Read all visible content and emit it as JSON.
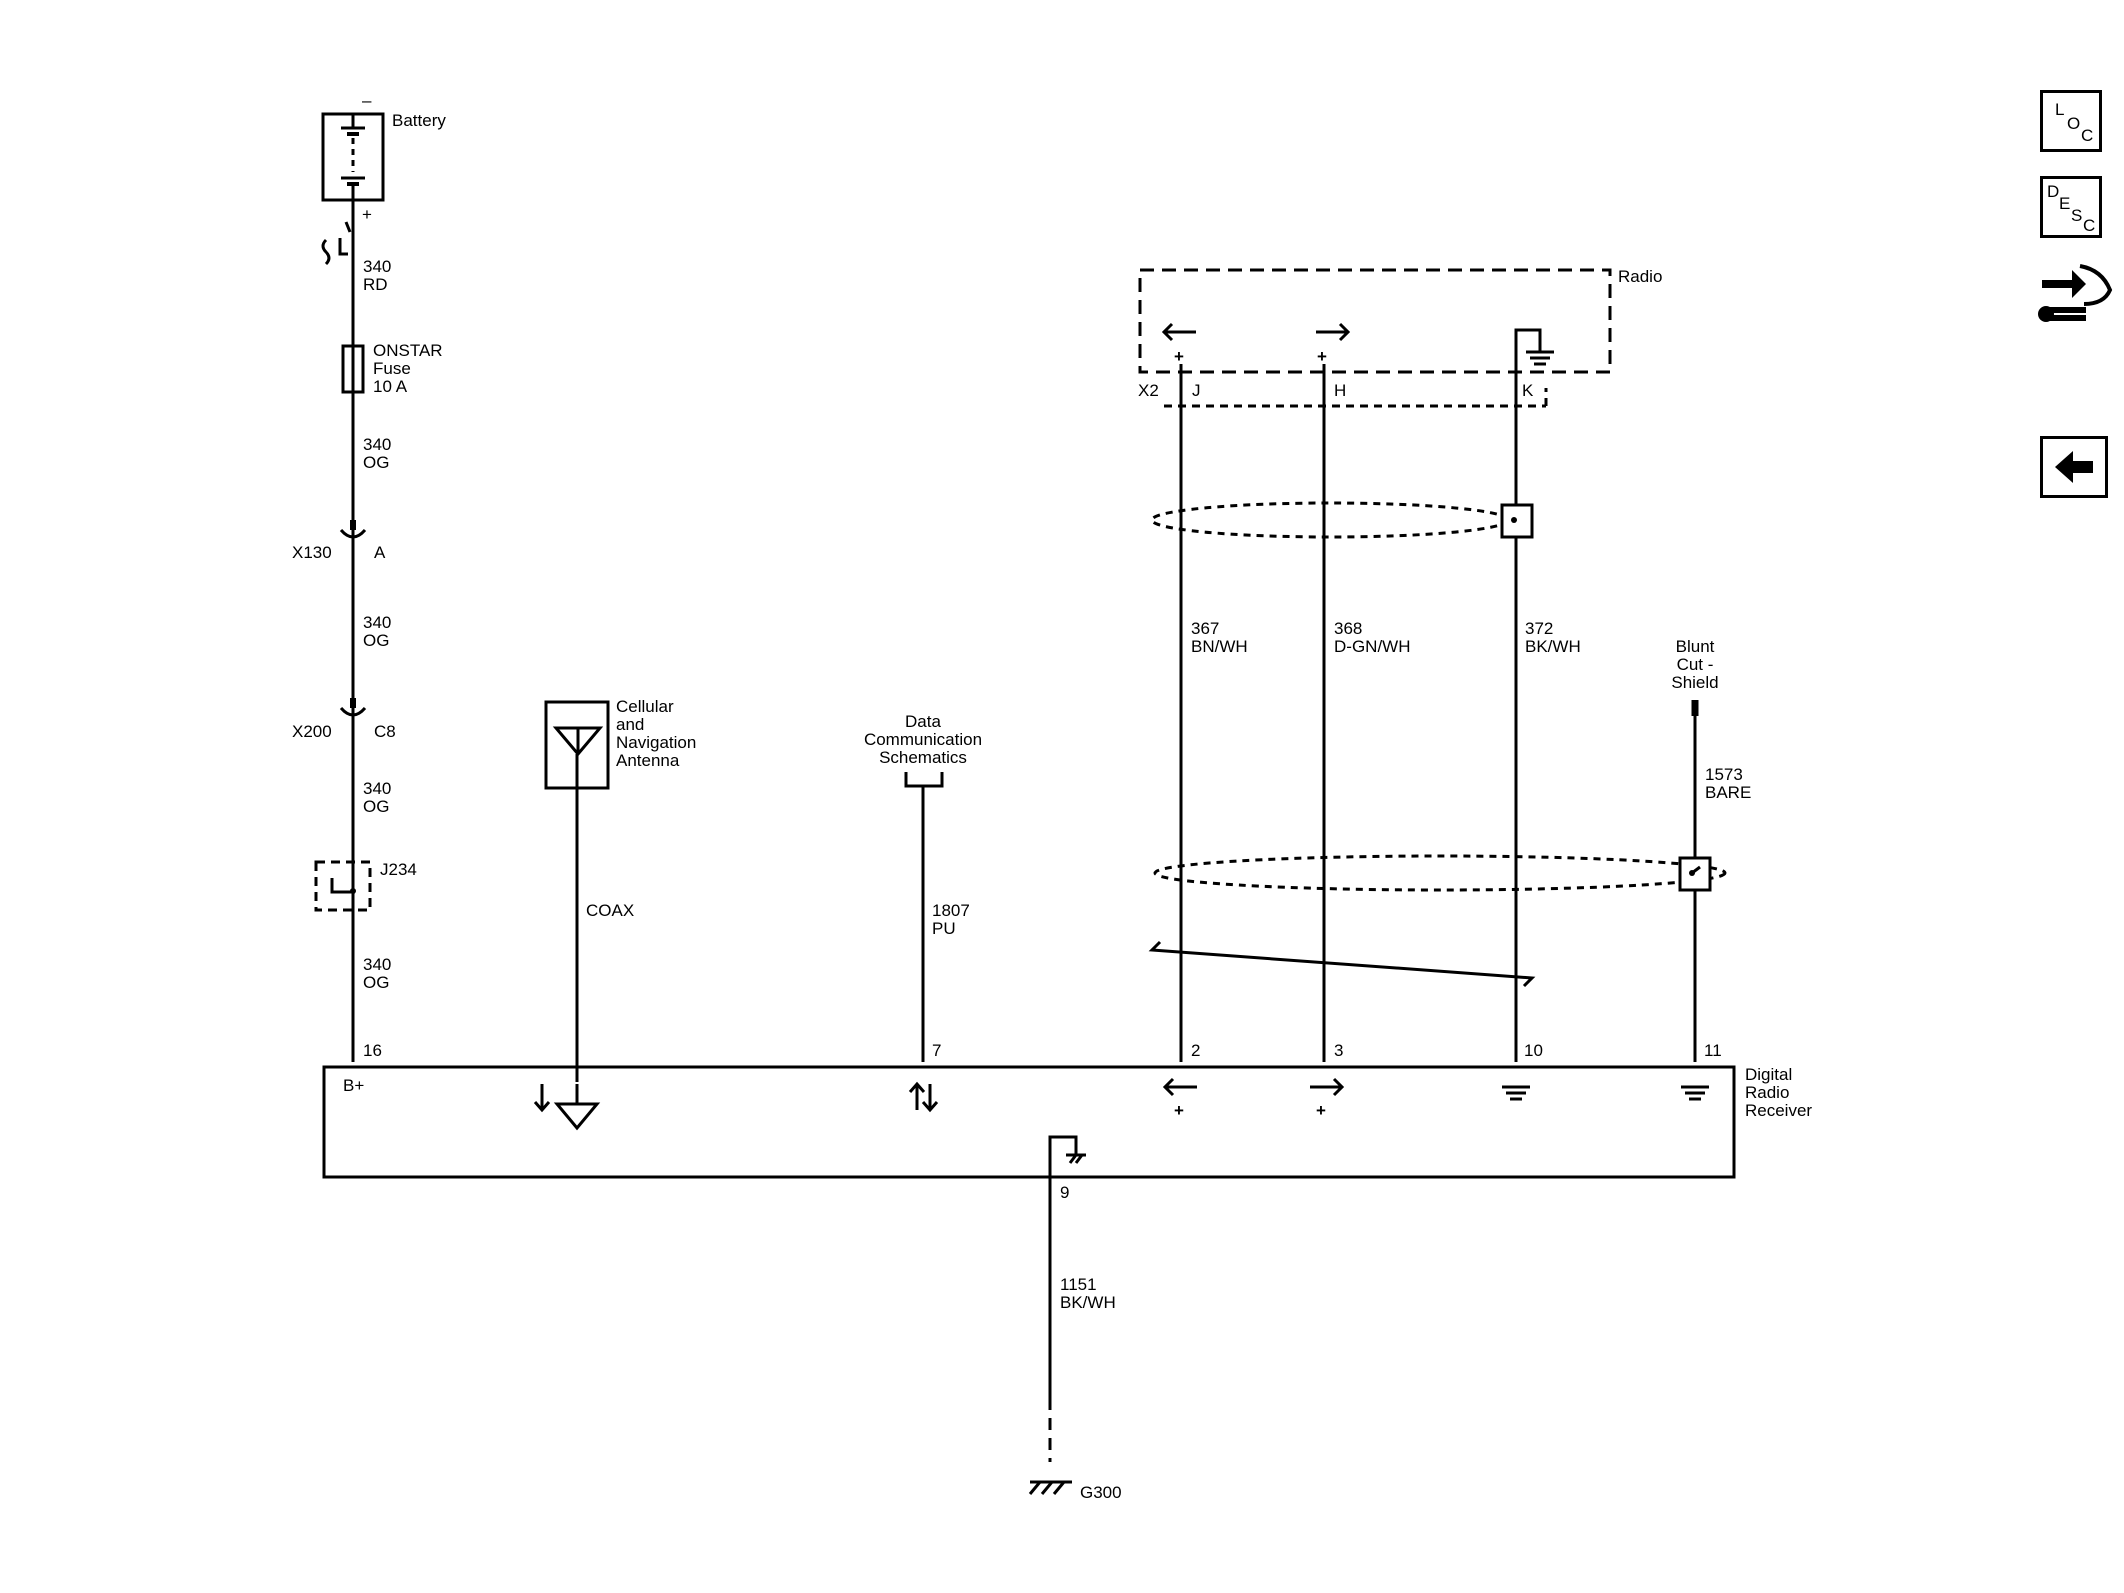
{
  "sidebar": {
    "loc_letters": [
      "L",
      "O",
      "C"
    ],
    "desc_letters": [
      "D",
      "E",
      "S",
      "C"
    ],
    "tools_icon": "tools-swap-icon",
    "back_icon": "back-arrow-icon"
  },
  "battery": {
    "label": "Battery",
    "neg": "–",
    "pos": "+"
  },
  "fuse": {
    "name": "ONSTAR",
    "type": "Fuse",
    "rating": "10 A"
  },
  "power_circuit": {
    "wires": [
      {
        "circuit": "340",
        "color": "RD"
      },
      {
        "circuit": "340",
        "color": "OG"
      },
      {
        "circuit": "340",
        "color": "OG"
      },
      {
        "circuit": "340",
        "color": "OG"
      },
      {
        "circuit": "340",
        "color": "OG"
      }
    ],
    "connectors": [
      {
        "name": "X130",
        "pin": "A"
      },
      {
        "name": "X200",
        "pin": "C8"
      }
    ],
    "splice": "J234"
  },
  "radio": {
    "label": "Radio",
    "connector": "X2",
    "pins": [
      "J",
      "H",
      "K"
    ],
    "symbols": [
      "+",
      "+"
    ]
  },
  "radio_wires": [
    {
      "circuit": "367",
      "color": "BN/WH"
    },
    {
      "circuit": "368",
      "color": "D-GN/WH"
    },
    {
      "circuit": "372",
      "color": "BK/WH"
    }
  ],
  "shield": {
    "label_1": "Blunt",
    "label_2": "Cut -",
    "label_3": "Shield",
    "circuit": "1573",
    "color": "BARE"
  },
  "antenna": {
    "line1": "Cellular",
    "line2": "and",
    "line3": "Navigation",
    "line4": "Antenna",
    "cable": "COAX"
  },
  "data_comm": {
    "line1": "Data",
    "line2": "Communication",
    "line3": "Schematics",
    "circuit": "1807",
    "color": "PU"
  },
  "receiver": {
    "label_1": "Digital",
    "label_2": "Radio",
    "label_3": "Receiver",
    "pins": [
      "16",
      "7",
      "2",
      "3",
      "10",
      "11",
      "9"
    ],
    "bplus": "B+",
    "plus_symbols": [
      "+",
      "+"
    ]
  },
  "ground": {
    "circuit": "1151",
    "color": "BK/WH",
    "name": "G300"
  }
}
